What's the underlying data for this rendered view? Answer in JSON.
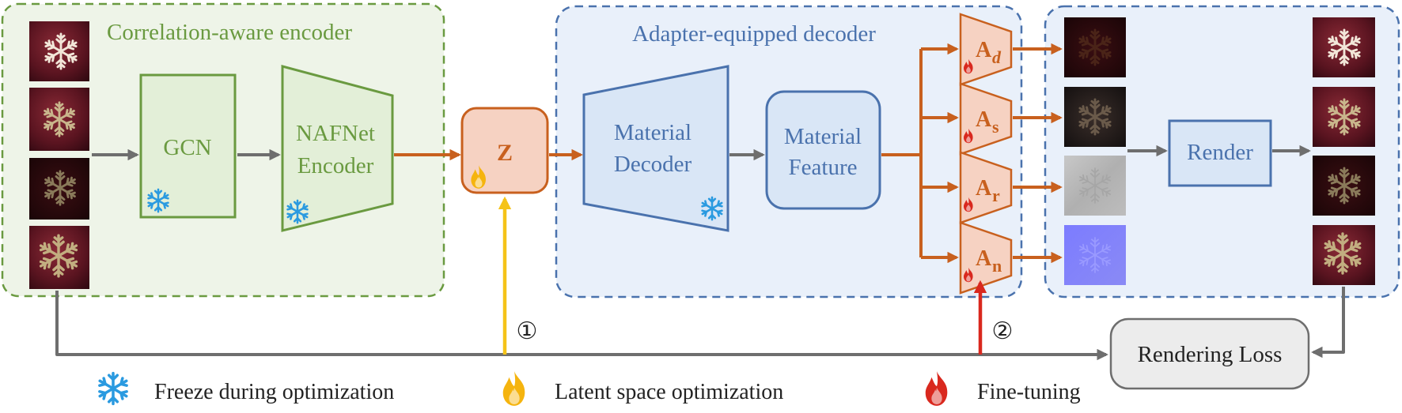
{
  "groups": {
    "encoder_title": "Correlation-aware encoder",
    "decoder_title": "Adapter-equipped decoder"
  },
  "blocks": {
    "gcn": "GCN",
    "nafnet_line1": "NAFNet",
    "nafnet_line2": "Encoder",
    "latent": "Z",
    "decoder_line1": "Material",
    "decoder_line2": "Decoder",
    "feature_line1": "Material",
    "feature_line2": "Feature",
    "render": "Render",
    "loss": "Rendering Loss"
  },
  "adapters": [
    {
      "letter": "A",
      "sub": "d"
    },
    {
      "letter": "A",
      "sub": "s"
    },
    {
      "letter": "A",
      "sub": "r"
    },
    {
      "letter": "A",
      "sub": "n"
    }
  ],
  "markers": {
    "step1": "①",
    "step2": "②"
  },
  "legend": {
    "freeze": "Freeze during optimization",
    "latent": "Latent space optimization",
    "finetune": "Fine-tuning"
  },
  "colors": {
    "encoder_green": "#6a9a40",
    "decoder_blue": "#4a72ad",
    "adapter_orange": "#c8601e",
    "latent_fill": "#f6d2c2",
    "yellow_arrow": "#f5c318",
    "red_arrow": "#d9281e",
    "gray_arrow": "#6e6e6e",
    "snow_blue": "#2a9ae0"
  }
}
